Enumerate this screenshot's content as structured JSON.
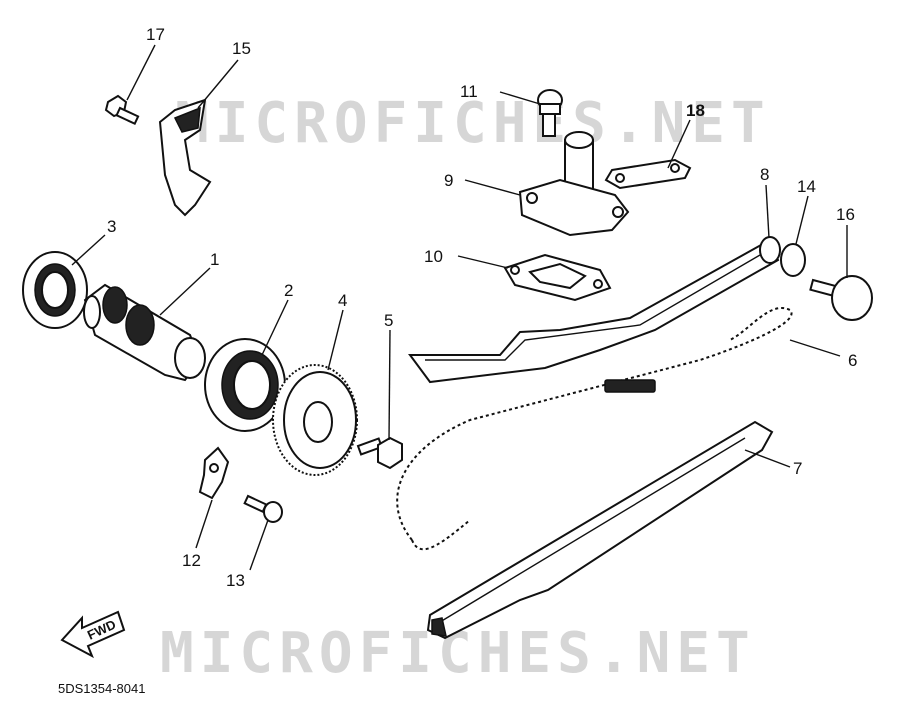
{
  "watermark": {
    "top": "MICROFICHES.NET",
    "bottom": "MICROFICHES.NET"
  },
  "diagram_code": "5DS1354-8041",
  "fwd_label": "FWD",
  "callouts": [
    {
      "id": "17",
      "label": "17"
    },
    {
      "id": "15",
      "label": "15"
    },
    {
      "id": "3",
      "label": "3"
    },
    {
      "id": "1",
      "label": "1"
    },
    {
      "id": "2",
      "label": "2"
    },
    {
      "id": "4",
      "label": "4"
    },
    {
      "id": "5",
      "label": "5"
    },
    {
      "id": "11",
      "label": "11"
    },
    {
      "id": "18",
      "label": "18"
    },
    {
      "id": "9",
      "label": "9"
    },
    {
      "id": "10",
      "label": "10"
    },
    {
      "id": "8",
      "label": "8"
    },
    {
      "id": "14",
      "label": "14"
    },
    {
      "id": "16",
      "label": "16"
    },
    {
      "id": "6",
      "label": "6"
    },
    {
      "id": "7",
      "label": "7"
    },
    {
      "id": "12",
      "label": "12"
    },
    {
      "id": "13",
      "label": "13"
    }
  ]
}
